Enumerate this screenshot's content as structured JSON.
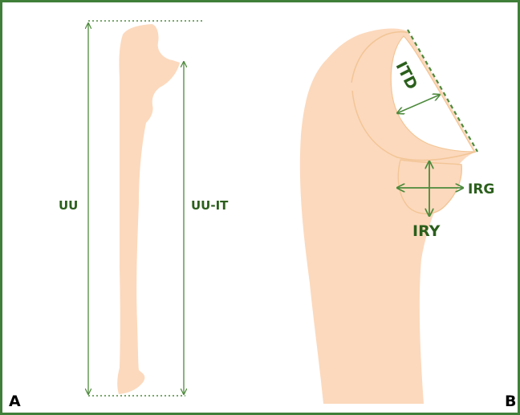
{
  "panels": {
    "a": {
      "letter": "A",
      "labels": {
        "uu": "UU",
        "uu_it": "UU-IT"
      }
    },
    "b": {
      "letter": "B",
      "labels": {
        "itd": "ITD",
        "irg": "IRG",
        "iry": "IRY"
      }
    }
  },
  "colors": {
    "bone_fill": "#fcd9bd",
    "bone_outline": "#f2c596",
    "measure_line": "#4d8a3c",
    "label_text": "#2b5f1c",
    "frame_border": "#3f7f3a"
  }
}
